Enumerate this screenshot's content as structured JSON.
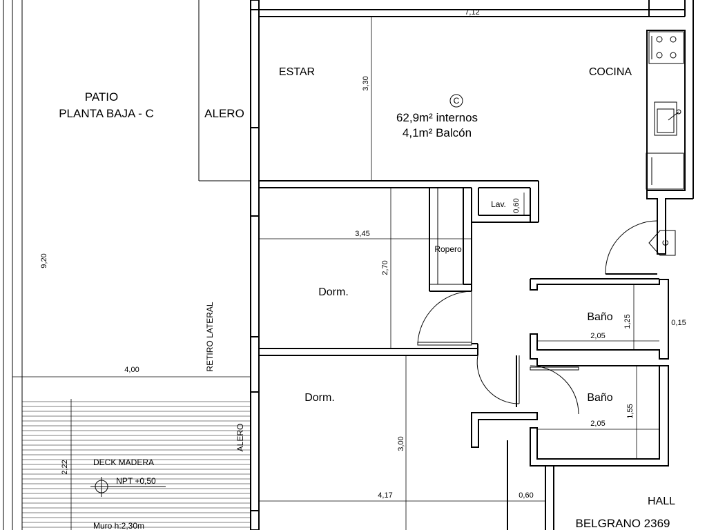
{
  "rooms": {
    "patio_line1": "PATIO",
    "patio_line2": "PLANTA BAJA - C",
    "alero_top": "ALERO",
    "estar": "ESTAR",
    "cocina": "COCINA",
    "unit_letter": "C",
    "area_interior": "62,9m² internos",
    "area_balcon": "4,1m² Balcón",
    "lav": "Lav.",
    "ropero": "Ropero",
    "dorm1": "Dorm.",
    "dorm2": "Dorm.",
    "bano1": "Baño",
    "bano2": "Baño",
    "retiro_lateral": "RETIRO LATERAL",
    "alero_side": "ALERO",
    "deck": "DECK MADERA",
    "npt": "NPT +0,50",
    "muro": "Muro h:2,30m",
    "hall": "HALL",
    "address": "BELGRANO 2369",
    "entry_marker": "C"
  },
  "dimensions": {
    "top_width": "7,12",
    "estar_height": "3,30",
    "lav_width": "0,60",
    "dorm_width": "3,45",
    "dorm_height": "2,70",
    "patio_height": "9,20",
    "patio_width": "4,00",
    "bano1_height": "1,25",
    "bano1_wall": "0,15",
    "bano1_width": "2,05",
    "bano2_width": "2,05",
    "bano2_height": "1,55",
    "deck_height": "2,22",
    "dorm2_height": "3,00",
    "dorm2_width": "4,17",
    "hall_gap": "0,60"
  }
}
